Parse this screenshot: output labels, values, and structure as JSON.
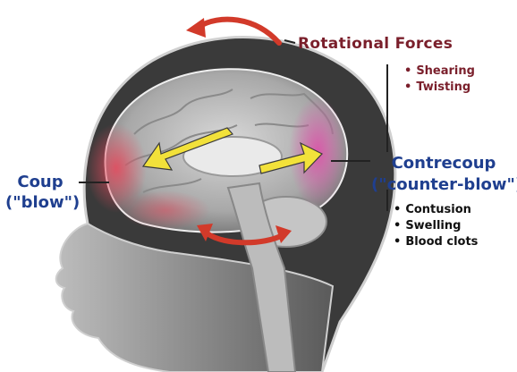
{
  "title": "Rotational Forces",
  "rotational_effects": [
    {
      "bullet": "•",
      "text": "Shearing"
    },
    {
      "bullet": "•",
      "text": "Twisting"
    }
  ],
  "coup": {
    "line1": "Coup",
    "line2": "(\"blow\")"
  },
  "contrecoup": {
    "line1": "Contrecoup",
    "line2": "(\"counter-blow\")"
  },
  "injury_effects": [
    {
      "bullet": "•",
      "text": "Contusion"
    },
    {
      "bullet": "•",
      "text": "Swelling"
    },
    {
      "bullet": "•",
      "text": "Blood clots"
    }
  ],
  "colors": {
    "title_text": "#7a1f2b",
    "label_text": "#1f3f8f",
    "impact_glow": "#e8485c",
    "arrow_yellow": "#f2e13a",
    "arrow_red": "#d23a2a"
  }
}
